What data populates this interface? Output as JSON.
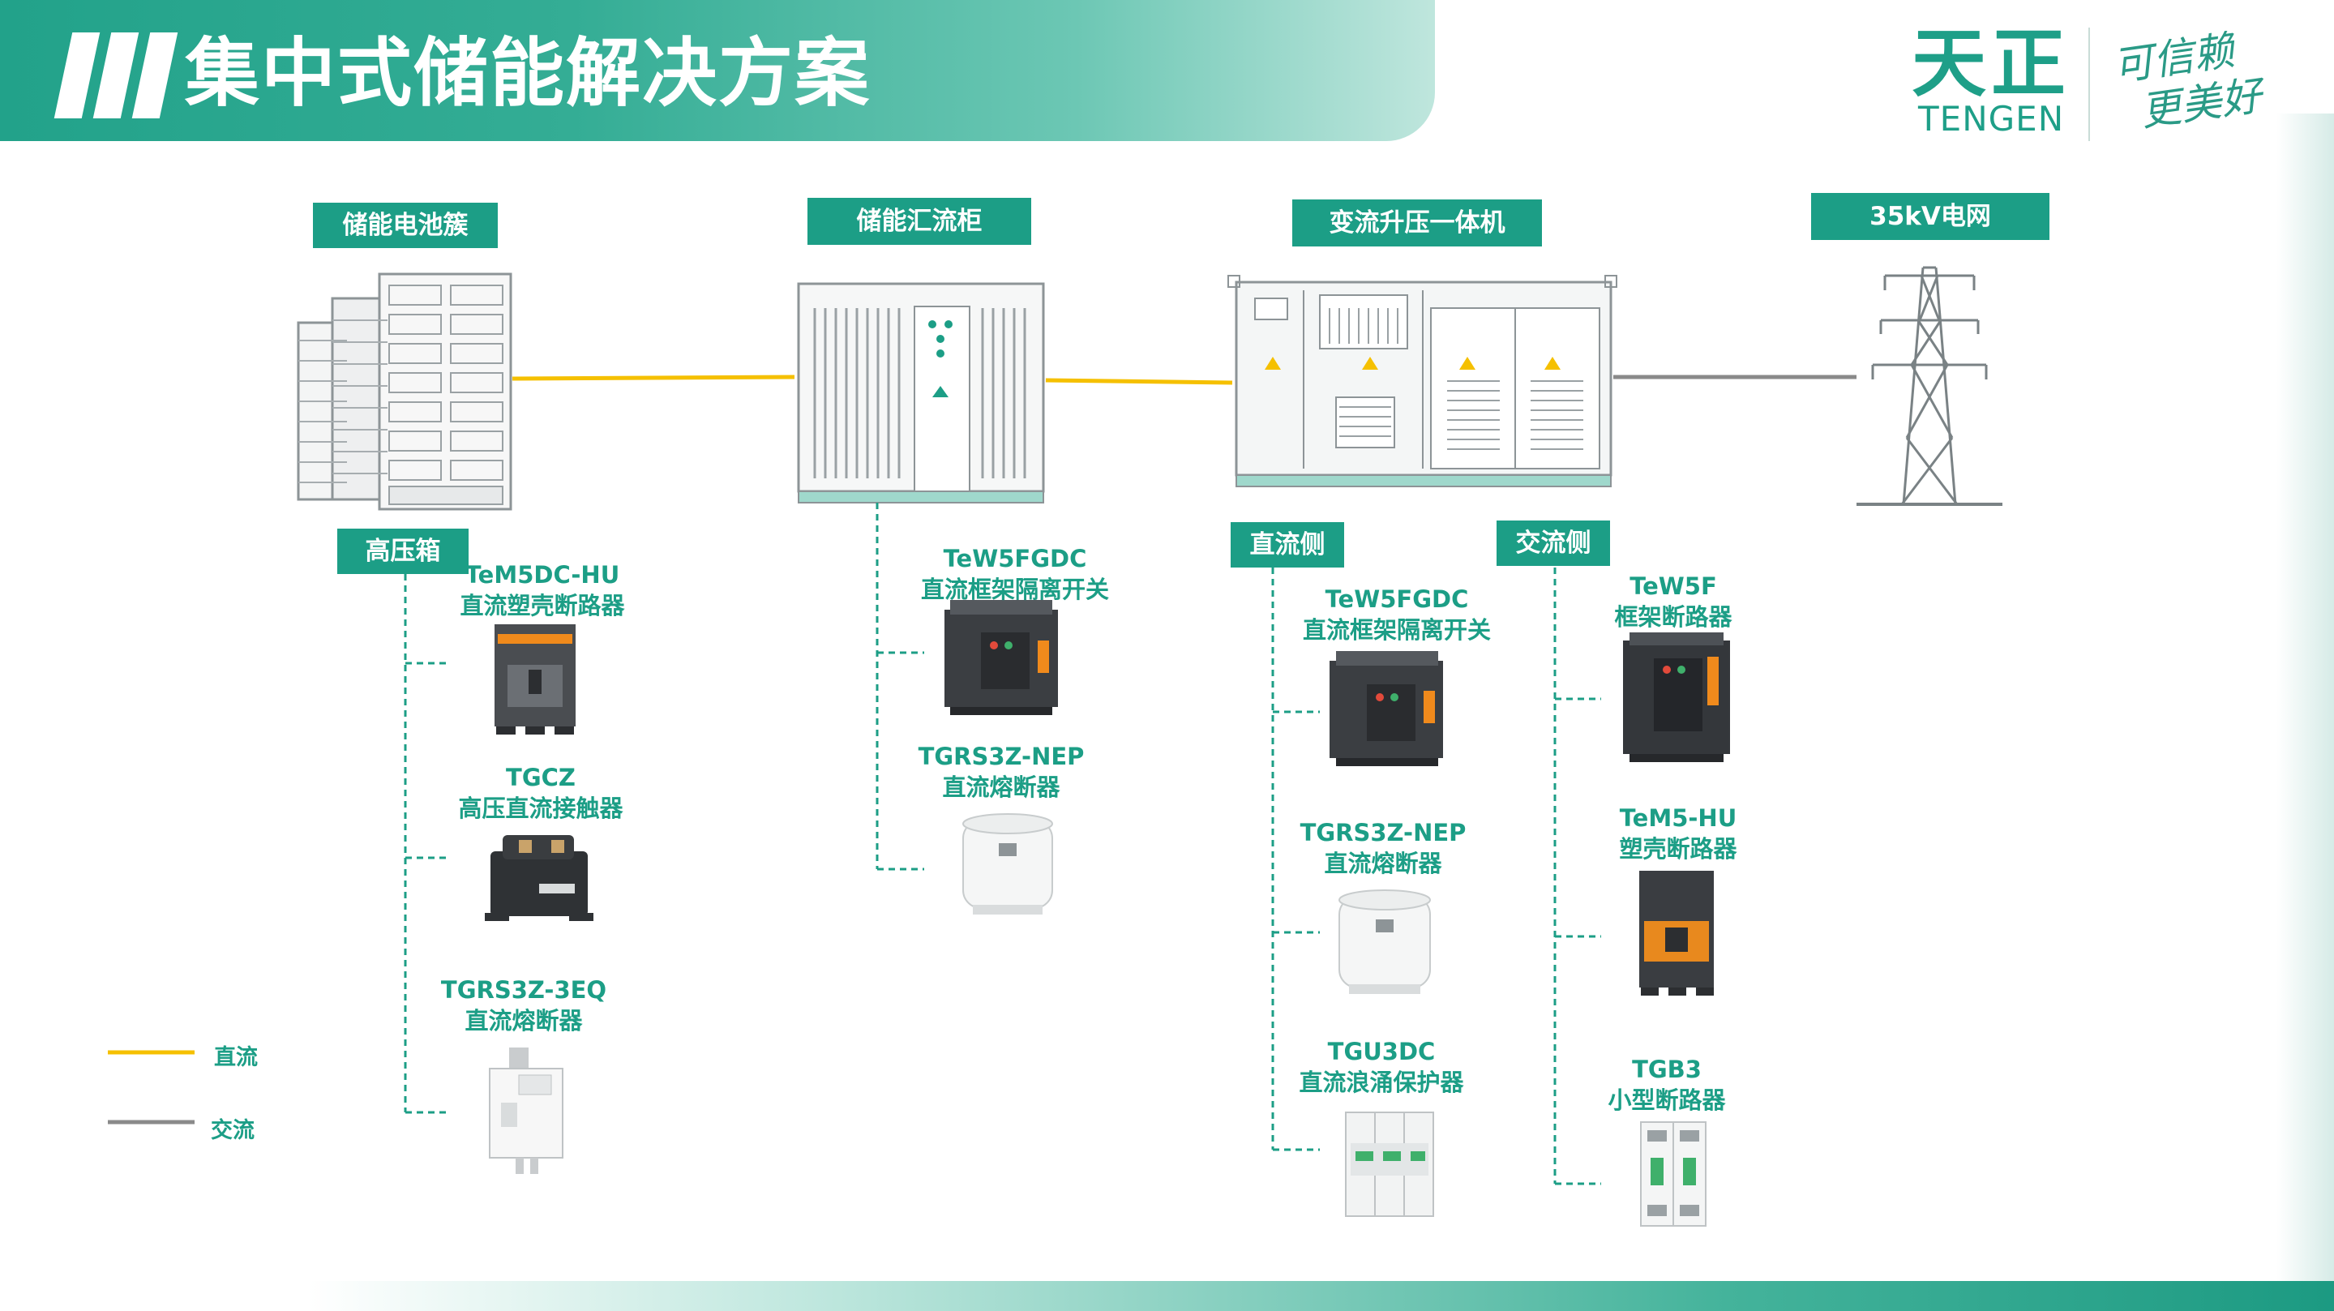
{
  "header": {
    "title": "集中式储能解决方案"
  },
  "logo": {
    "cn": "天正",
    "en": "TENGEN",
    "slogan_l1": "可信赖",
    "slogan_l2": "更美好"
  },
  "colors": {
    "accent": "#1c9e86",
    "dc_line": "#f5c000",
    "ac_line": "#8a8a8a"
  },
  "stages": {
    "battery": "储能电池簇",
    "combiner": "储能汇流柜",
    "pcs": "变流升压一体机",
    "grid": "35kV电网"
  },
  "sub_labels": {
    "hv_box": "高压箱",
    "dc_side": "直流侧",
    "ac_side": "交流侧"
  },
  "products": {
    "hv1_model": "TeM5DC-HU",
    "hv1_desc": "直流塑壳断路器",
    "hv2_model": "TGCZ",
    "hv2_desc": "高压直流接触器",
    "hv3_model": "TGRS3Z-3EQ",
    "hv3_desc": "直流熔断器",
    "cb1_model": "TeW5FGDC",
    "cb1_desc": "直流框架隔离开关",
    "cb2_model": "TGRS3Z-NEP",
    "cb2_desc": "直流熔断器",
    "dc1_model": "TeW5FGDC",
    "dc1_desc": "直流框架隔离开关",
    "dc2_model": "TGRS3Z-NEP",
    "dc2_desc": "直流熔断器",
    "dc3_model": "TGU3DC",
    "dc3_desc": "直流浪涌保护器",
    "ac1_model": "TeW5F",
    "ac1_desc": "框架断路器",
    "ac2_model": "TeM5-HU",
    "ac2_desc": "塑壳断路器",
    "ac3_model": "TGB3",
    "ac3_desc": "小型断路器"
  },
  "legend": {
    "dc": "直流",
    "ac": "交流"
  }
}
